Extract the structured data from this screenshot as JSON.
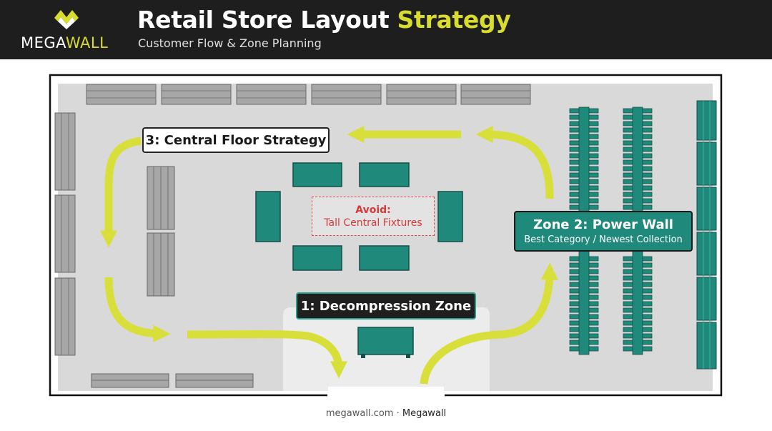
{
  "header": {
    "logo": {
      "icon": "megawall-diamond-logo",
      "text_part1": "MEGA",
      "text_part2": "WALL",
      "accent_color": "#d8dc2e"
    },
    "title_main": "Retail Store Layout",
    "title_accent": "Strategy",
    "subtitle": "Customer Flow & Zone Planning"
  },
  "zones": {
    "central": {
      "label": "3: Central Floor Strategy"
    },
    "decompression": {
      "label": "1: Decompression Zone"
    },
    "power_wall": {
      "label": "Zone 2: Power Wall",
      "sublabel": "Best Category / Newest Collection"
    },
    "avoid": {
      "label": "Avoid:",
      "sublabel": "Tall Central Fixtures"
    }
  },
  "footer": {
    "site": "megawall.com",
    "separator": "·",
    "brand": "Megawall"
  },
  "colors": {
    "header_bg": "#1e1e1e",
    "accent_yellow": "#d8dc2e",
    "flow_arrow": "#d9df3a",
    "teal_fixture": "#1f8a7c",
    "gray_fixture": "#9a9a9a",
    "floor": "#d9d9d9",
    "avoid_red": "#d63a3a"
  }
}
